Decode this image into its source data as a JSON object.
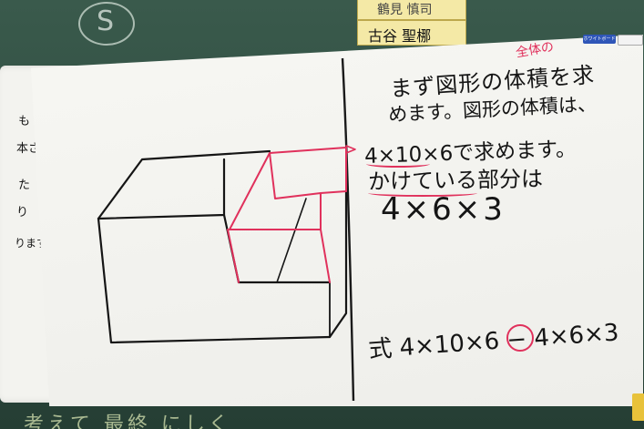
{
  "scene": {
    "chalk_circle_letter": "S",
    "name_cards": [
      "鶴見 慎司",
      "古谷 聖梛"
    ],
    "magnet_left_text": "ホワイトボード",
    "magnet_right_text": "",
    "left_board_fragments": [
      "も",
      "本さ",
      "た",
      "り",
      "ります。"
    ],
    "chalk_bottom_text": "考えて 最終 にしく",
    "annotation_red": "全体の",
    "text_lines": [
      "まず図形の体積を求",
      "めます。図形の体積は、",
      "4×10×6で求めます。",
      "かけている部分は",
      "4×6×3"
    ],
    "formula": "式 4×10×6 − 4×6×3"
  },
  "colors": {
    "board": "#f1f1ee",
    "chalkboard": "#2f4b40",
    "marker_black": "#151515",
    "marker_red": "#e0315c",
    "name_card": "#f4e9a6"
  }
}
